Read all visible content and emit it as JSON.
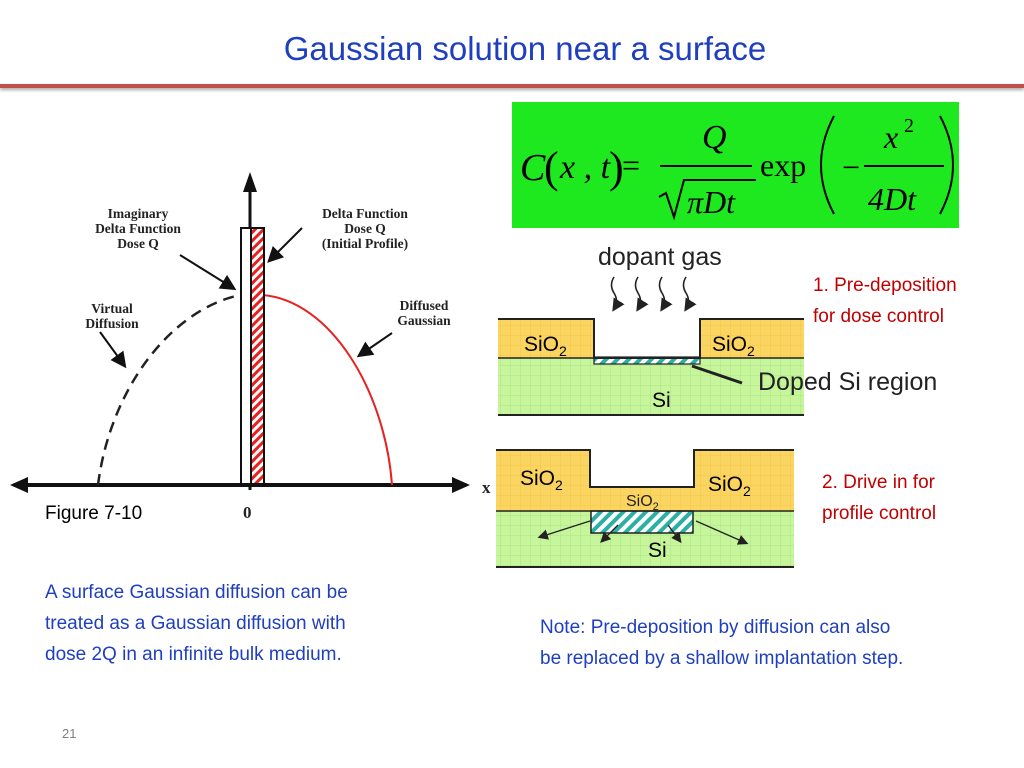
{
  "title": "Gaussian solution near a surface",
  "equation": {
    "lhs_C": "C",
    "lhs_args": "x , t",
    "equals": "=",
    "numerator": "Q",
    "denominator": "πDt",
    "exp": "exp",
    "minus": "−",
    "inner_numerator": "x",
    "inner_exponent": "2",
    "inner_denominator": "4Dt"
  },
  "figure710": {
    "labels": {
      "imaginary": [
        "Imaginary",
        "Delta Function",
        "Dose Q"
      ],
      "delta": [
        "Delta Function",
        "Dose Q",
        "(Initial Profile)"
      ],
      "virtual": [
        "Virtual",
        "Diffusion"
      ],
      "diffused": [
        "Diffused",
        "Gaussian"
      ],
      "x_axis": "x",
      "origin": "0"
    },
    "caption": "Figure 7-10"
  },
  "cross_section": {
    "dopant_gas": "dopant gas",
    "sio2": "SiO",
    "sio2_sub": "2",
    "si": "Si",
    "doped_region": "Doped Si region"
  },
  "steps": {
    "step1_line1": "1. Pre-deposition",
    "step1_line2": "for dose control",
    "step2_line1": "2. Drive in for",
    "step2_line2": "profile control"
  },
  "text": {
    "surface_line1": "A surface Gaussian diffusion can be",
    "surface_line2": "treated as a Gaussian diffusion with",
    "surface_line3": "dose 2Q in an infinite bulk medium.",
    "note_line1": "Note: Pre-deposition by diffusion can also",
    "note_line2": "be replaced by a shallow implantation step."
  },
  "page_number": "21",
  "colors": {
    "title": "#1f3fbf",
    "rule": "#c0504d",
    "equation_bg": "#1ee81e",
    "delta_red": "#e8201f",
    "sio2": "#fbd561",
    "si": "#c6f59b",
    "doped": "#2bb0a3",
    "step_text": "#c00000"
  }
}
